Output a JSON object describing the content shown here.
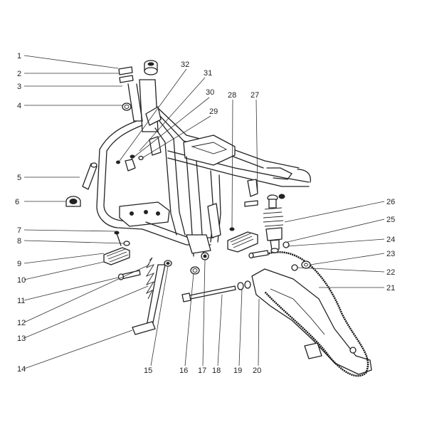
{
  "callouts": [
    {
      "number": "1"
    },
    {
      "number": "2"
    },
    {
      "number": "3"
    },
    {
      "number": "4"
    },
    {
      "number": "5"
    },
    {
      "number": "6"
    },
    {
      "number": "7"
    },
    {
      "number": "8"
    },
    {
      "number": "9"
    },
    {
      "number": "10"
    },
    {
      "number": "11"
    },
    {
      "number": "12"
    },
    {
      "number": "13"
    },
    {
      "number": "14"
    },
    {
      "number": "15"
    },
    {
      "number": "16"
    },
    {
      "number": "17"
    },
    {
      "number": "18"
    },
    {
      "number": "19"
    },
    {
      "number": "20"
    },
    {
      "number": "21"
    },
    {
      "number": "22"
    },
    {
      "number": "23"
    },
    {
      "number": "24"
    },
    {
      "number": "25"
    },
    {
      "number": "26"
    },
    {
      "number": "27"
    },
    {
      "number": "28"
    },
    {
      "number": "29"
    },
    {
      "number": "30"
    },
    {
      "number": "31"
    },
    {
      "number": "32"
    }
  ]
}
